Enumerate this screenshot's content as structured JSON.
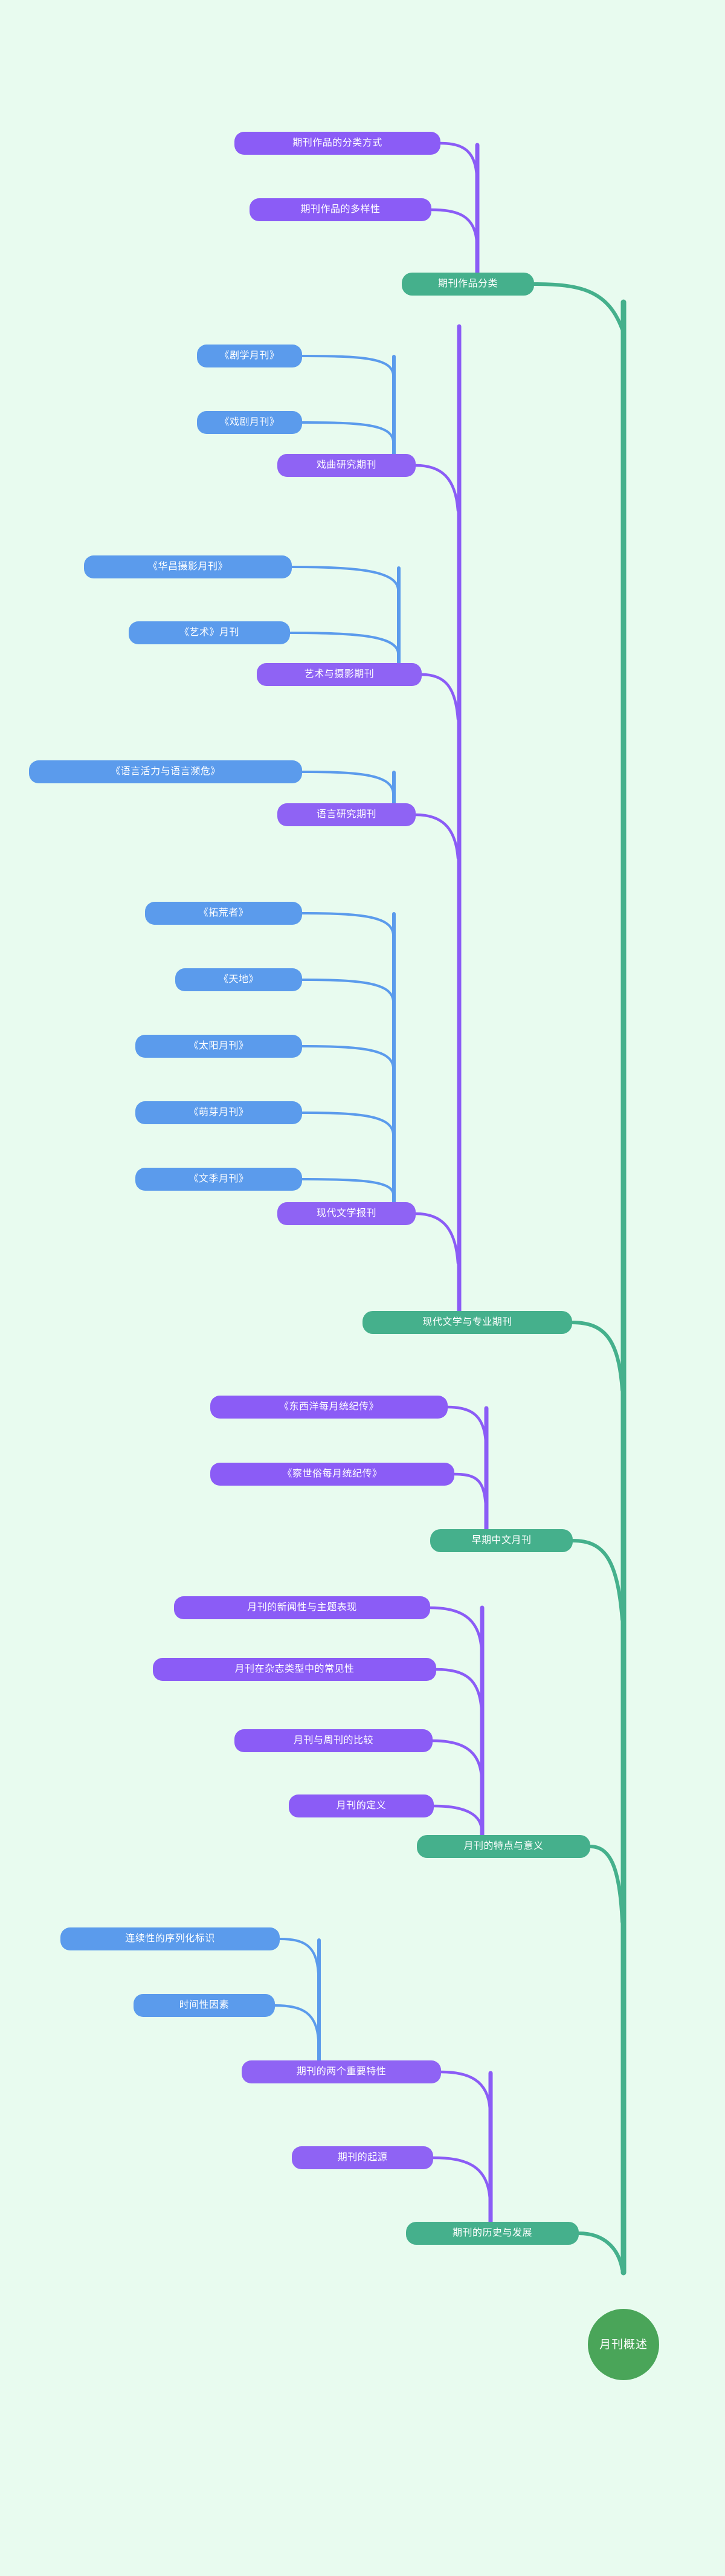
{
  "title": "月刊概述",
  "colors": {
    "background": "#e8fbef",
    "root": "#4aa559",
    "level1": "#45b08c",
    "level2": "#8b5cf6",
    "level3": "#5b9bec",
    "text": "#ffffff"
  },
  "chart_data": {
    "type": "diagram",
    "diagram_type": "mindmap",
    "orientation": "right-to-left",
    "title": "月刊概述",
    "root": "月刊概述",
    "nodes": [
      {
        "id": "root",
        "label": "月刊概述",
        "level": 0
      },
      {
        "id": "b1",
        "label": "期刊作品分类",
        "level": 1
      },
      {
        "id": "b2",
        "label": "现代文学与专业期刊",
        "level": 1
      },
      {
        "id": "b3",
        "label": "早期中文月刊",
        "level": 1
      },
      {
        "id": "b4",
        "label": "月刊的特点与意义",
        "level": 1
      },
      {
        "id": "b5",
        "label": "期刊的历史与发展",
        "level": 1
      },
      {
        "id": "c1",
        "label": "期刊作品的分类方式",
        "level": 2,
        "parent": "b1"
      },
      {
        "id": "c2",
        "label": "期刊作品的多样性",
        "level": 2,
        "parent": "b1"
      },
      {
        "id": "c3",
        "label": "戏曲研究期刊",
        "level": 2,
        "parent": "b2"
      },
      {
        "id": "c4",
        "label": "艺术与摄影期刊",
        "level": 2,
        "parent": "b2"
      },
      {
        "id": "c5",
        "label": "语言研究期刊",
        "level": 2,
        "parent": "b2"
      },
      {
        "id": "c6",
        "label": "现代文学报刊",
        "level": 2,
        "parent": "b2"
      },
      {
        "id": "c7",
        "label": "《东西洋每月统纪传》",
        "level": 2,
        "parent": "b3"
      },
      {
        "id": "c8",
        "label": "《察世俗每月统纪传》",
        "level": 2,
        "parent": "b3"
      },
      {
        "id": "c9",
        "label": "月刊的新闻性与主题表现",
        "level": 2,
        "parent": "b4"
      },
      {
        "id": "c10",
        "label": "月刊在杂志类型中的常见性",
        "level": 2,
        "parent": "b4"
      },
      {
        "id": "c11",
        "label": "月刊与周刊的比较",
        "level": 2,
        "parent": "b4"
      },
      {
        "id": "c12",
        "label": "月刊的定义",
        "level": 2,
        "parent": "b4"
      },
      {
        "id": "c13",
        "label": "期刊的两个重要特性",
        "level": 2,
        "parent": "b5"
      },
      {
        "id": "c14",
        "label": "期刊的起源",
        "level": 2,
        "parent": "b5"
      },
      {
        "id": "d1",
        "label": "《剧学月刊》",
        "level": 3,
        "parent": "c3"
      },
      {
        "id": "d2",
        "label": "《戏剧月刊》",
        "level": 3,
        "parent": "c3"
      },
      {
        "id": "d3",
        "label": "《华昌摄影月刊》",
        "level": 3,
        "parent": "c4"
      },
      {
        "id": "d4",
        "label": "《艺术》月刊",
        "level": 3,
        "parent": "c4"
      },
      {
        "id": "d5",
        "label": "《语言活力与语言濒危》",
        "level": 3,
        "parent": "c5"
      },
      {
        "id": "d6",
        "label": "《拓荒者》",
        "level": 3,
        "parent": "c6"
      },
      {
        "id": "d7",
        "label": "《天地》",
        "level": 3,
        "parent": "c6"
      },
      {
        "id": "d8",
        "label": "《太阳月刊》",
        "level": 3,
        "parent": "c6"
      },
      {
        "id": "d9",
        "label": "《萌芽月刊》",
        "level": 3,
        "parent": "c6"
      },
      {
        "id": "d10",
        "label": "《文季月刊》",
        "level": 3,
        "parent": "c6"
      },
      {
        "id": "d11",
        "label": "连续性的序列化标识",
        "level": 3,
        "parent": "c13"
      },
      {
        "id": "d12",
        "label": "时间性因素",
        "level": 3,
        "parent": "c13"
      }
    ]
  },
  "nodes": {
    "root": {
      "label": "月刊概述"
    },
    "b1": {
      "label": "期刊作品分类"
    },
    "b2": {
      "label": "现代文学与专业期刊"
    },
    "b3": {
      "label": "早期中文月刊"
    },
    "b4": {
      "label": "月刊的特点与意义"
    },
    "b5": {
      "label": "期刊的历史与发展"
    },
    "c1": {
      "label": "期刊作品的分类方式"
    },
    "c2": {
      "label": "期刊作品的多样性"
    },
    "c3": {
      "label": "戏曲研究期刊"
    },
    "c4": {
      "label": "艺术与摄影期刊"
    },
    "c5": {
      "label": "语言研究期刊"
    },
    "c6": {
      "label": "现代文学报刊"
    },
    "c7": {
      "label": "《东西洋每月统纪传》"
    },
    "c8": {
      "label": "《察世俗每月统纪传》"
    },
    "c9": {
      "label": "月刊的新闻性与主题表现"
    },
    "c10": {
      "label": "月刊在杂志类型中的常见性"
    },
    "c11": {
      "label": "月刊与周刊的比较"
    },
    "c12": {
      "label": "月刊的定义"
    },
    "c13": {
      "label": "期刊的两个重要特性"
    },
    "c14": {
      "label": "期刊的起源"
    },
    "d1": {
      "label": "《剧学月刊》"
    },
    "d2": {
      "label": "《戏剧月刊》"
    },
    "d3": {
      "label": "《华昌摄影月刊》"
    },
    "d4": {
      "label": "《艺术》月刊"
    },
    "d5": {
      "label": "《语言活力与语言濒危》"
    },
    "d6": {
      "label": "《拓荒者》"
    },
    "d7": {
      "label": "《天地》"
    },
    "d8": {
      "label": "《太阳月刊》"
    },
    "d9": {
      "label": "《萌芽月刊》"
    },
    "d10": {
      "label": "《文季月刊》"
    },
    "d11": {
      "label": "连续性的序列化标识"
    },
    "d12": {
      "label": "时间性因素"
    }
  }
}
